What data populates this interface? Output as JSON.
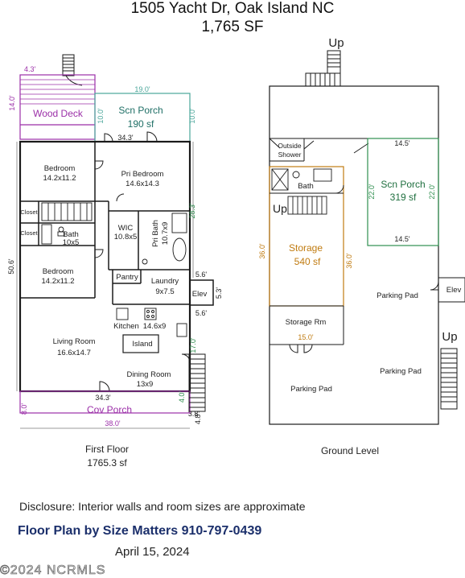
{
  "header": {
    "line1": "1505 Yacht Dr, Oak Island NC",
    "line2": "1,765 SF"
  },
  "first_floor": {
    "deck_width": "4.3'",
    "deck_height": "14.0'",
    "deck": "Wood Deck",
    "scn_porch": "Scn Porch",
    "scn_porch_area": "190 sf",
    "porch_w": "19.0'",
    "porch_h1": "10.0'",
    "porch_h2": "10.0'",
    "dim_34_3_top": "34.3'",
    "bedroom1": "Bedroom",
    "bedroom1_size": "14.2x11.2",
    "pri_bedroom": "Pri Bedroom",
    "pri_bedroom_size": "14.6x14.3",
    "closet1": "Closet",
    "closet2": "Closet",
    "bath": "Bath",
    "bath_size": "10x5",
    "wic": "WIC",
    "wic_size": "10.8x5",
    "pri_bath": "Pri Bath",
    "pri_bath_size": "10.7x9",
    "dim_28_3": "28.3'",
    "dim_50_6": "50.6'",
    "bedroom2": "Bedroom",
    "bedroom2_size": "14.2x11.2",
    "pantry": "Pantry",
    "laundry": "Laundry",
    "laundry_size": "9x7.5",
    "elev": "Elev",
    "elev_w1": "5.6'",
    "elev_w2": "5.6'",
    "elev_h": "5.3'",
    "kitchen": "Kitchen",
    "kitchen_size": "14.6x9",
    "island": "Island",
    "living": "Living Room",
    "living_size": "16.6x14.7",
    "dim_17": "17.0'",
    "dining": "Dining Room",
    "dining_size": "13x9",
    "dim_34_3_bottom": "34.3'",
    "dim_4_0": "4.0'",
    "cov_porch": "Cov Porch",
    "cov_h": "8.0'",
    "cov_w": "38.0'",
    "dim_3_8": "3.8'",
    "dim_4_8": "4.8'",
    "label": "First Floor",
    "area": "1765.3 sf"
  },
  "ground_level": {
    "up_top": "Up",
    "outside_shower": [
      "Outside",
      "Shower"
    ],
    "bath": "Bath",
    "up_stair": "Up",
    "scn_porch": "Scn Porch",
    "scn_porch_area": "319 sf",
    "porch_top": "14.5'",
    "porch_bottom": "14.5'",
    "porch_h1": "22.0'",
    "porch_h2": "22.0'",
    "storage": "Storage",
    "storage_area": "540 sf",
    "storage_h1": "36.0'",
    "storage_h2": "36.0'",
    "parking1": "Parking Pad",
    "elev": "Elev",
    "storage_rm": "Storage Rm",
    "storage_rm_w": "15.0'",
    "up_right": "Up",
    "parking2": "Parking Pad",
    "parking3": "Parking Pad",
    "label": "Ground Level"
  },
  "footer": {
    "disclosure": "Disclosure: Interior walls and room sizes are approximate",
    "company": "Floor Plan by Size Matters  910-797-0439",
    "date": "April 15, 2024",
    "watermark": "©2024 NCRMLS"
  },
  "colors": {
    "wall": "#1a1a1a",
    "purple": "#9b2fa8",
    "teal": "#4aa69a",
    "orange": "#c07b10",
    "green": "#2f8f4f",
    "line": "#7a7a7a"
  }
}
